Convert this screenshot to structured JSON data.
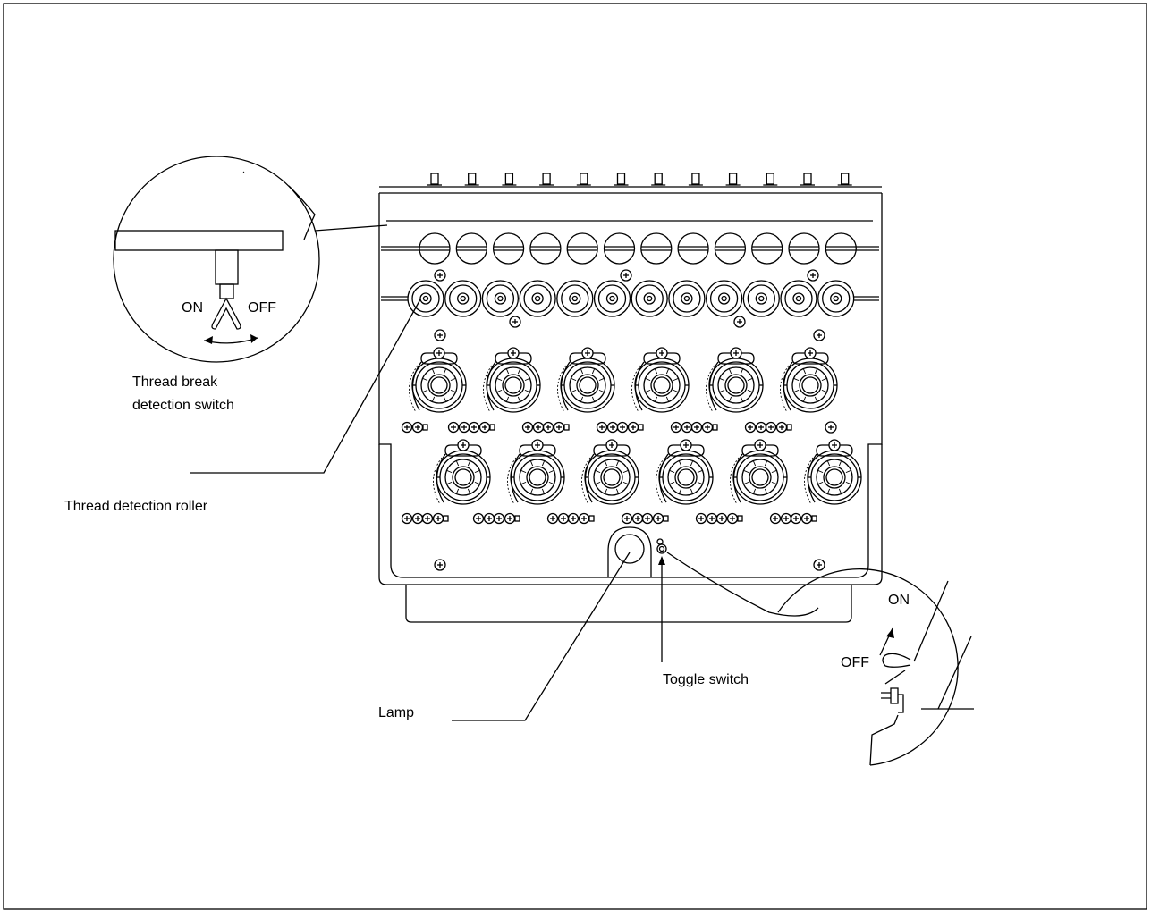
{
  "labels": {
    "thread_break_line1": "Thread break",
    "thread_break_line2": "detection switch",
    "thread_detection_roller": "Thread detection roller",
    "toggle_switch": "Toggle switch",
    "lamp": "Lamp"
  },
  "detail_switch": {
    "on": "ON",
    "off": "OFF"
  },
  "detail_toggle": {
    "on": "ON",
    "off": "OFF"
  },
  "counts": {
    "top_posts": 12,
    "upper_wheels": 12,
    "detection_rollers": 12,
    "tension_units_row1": 6,
    "tension_units_row2": 6
  }
}
